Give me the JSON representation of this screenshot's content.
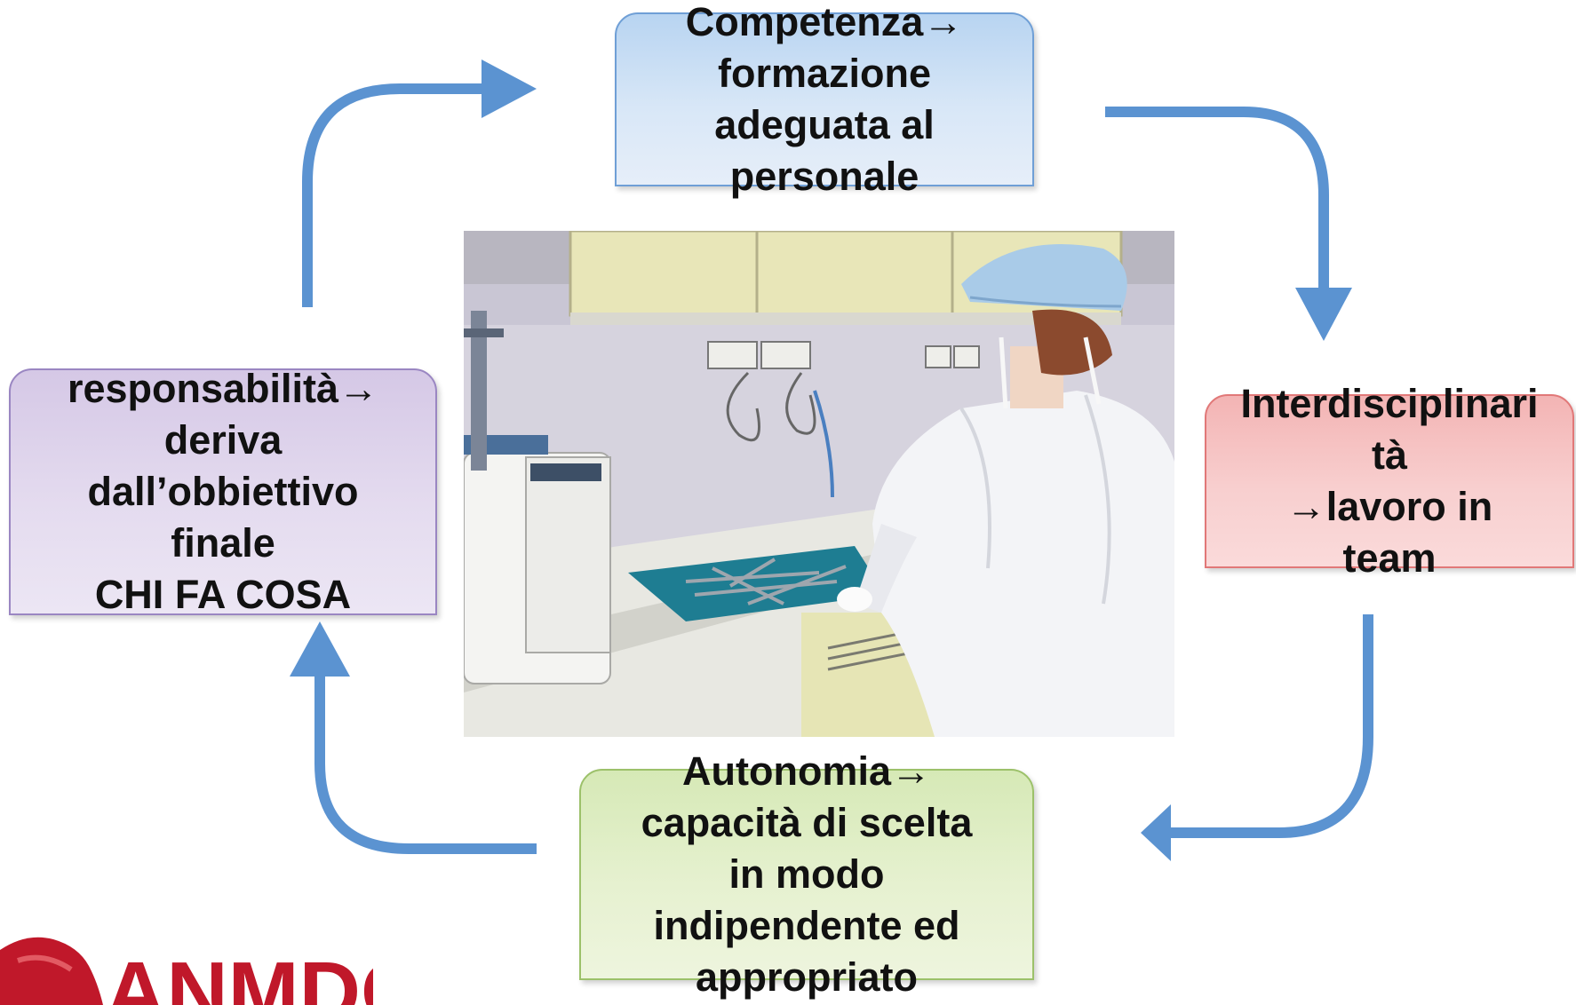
{
  "boxes": {
    "competenza": {
      "lines": [
        "Competenza→",
        "formazione",
        "adeguata al",
        "personale"
      ],
      "color": "#b8d4f1"
    },
    "interdisciplinarita": {
      "lines": [
        "Interdisciplinari",
        "tà",
        "→lavoro in",
        "team"
      ],
      "color": "#f3b4b4"
    },
    "autonomia": {
      "lines": [
        "Autonomia→",
        "capacità di scelta",
        "in modo",
        "indipendente ed",
        "appropriato"
      ],
      "color": "#d6e9b6"
    },
    "responsabilita": {
      "lines": [
        "responsabilità→",
        "deriva",
        "dall’obbiettivo",
        "finale",
        "CHI FA COSA"
      ],
      "color": "#d5c8e6"
    }
  },
  "arrow_color": "#5b93d1",
  "logo": {
    "text": "ANMDO",
    "color": "#c0182a"
  }
}
